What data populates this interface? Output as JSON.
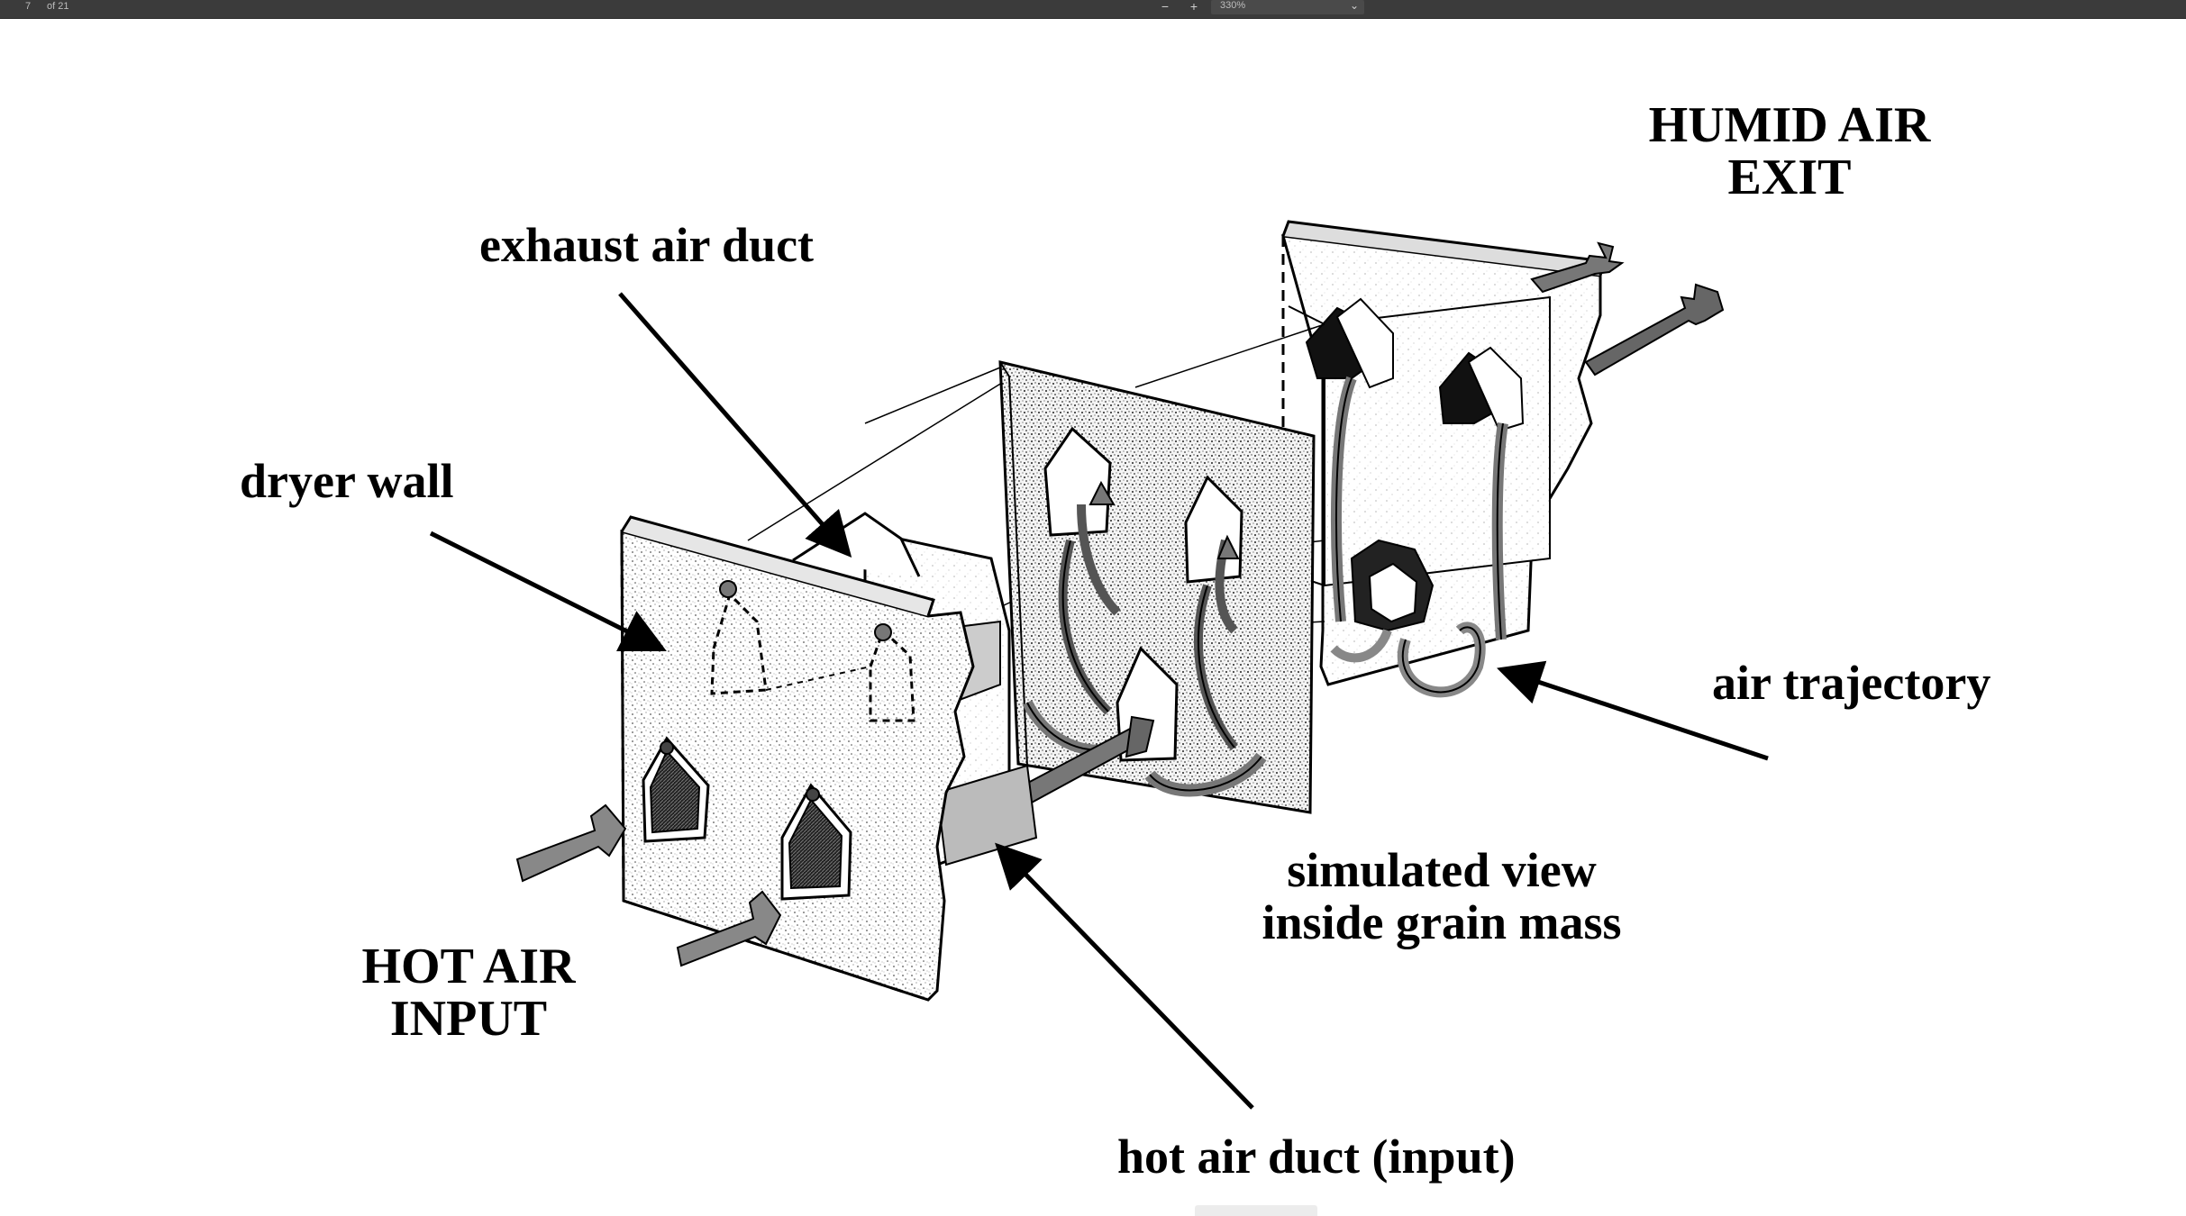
{
  "toolbar": {
    "page_current": "7",
    "page_total": "of 21",
    "zoom_out_symbol": "−",
    "zoom_in_symbol": "+",
    "zoom_value": "330%",
    "zoom_dropdown_icon": "chevron-down-icon"
  },
  "diagram": {
    "labels": {
      "humid_air_exit_line1": "HUMID AIR",
      "humid_air_exit_line2": "EXIT",
      "exhaust_air_duct": "exhaust air duct",
      "dryer_wall": "dryer wall",
      "air_trajectory": "air trajectory",
      "simulated_view_line1": "simulated view",
      "simulated_view_line2": "inside grain mass",
      "hot_air_input_line1": "HOT AIR",
      "hot_air_input_line2": "INPUT",
      "hot_air_duct": "hot air duct (input)"
    }
  }
}
